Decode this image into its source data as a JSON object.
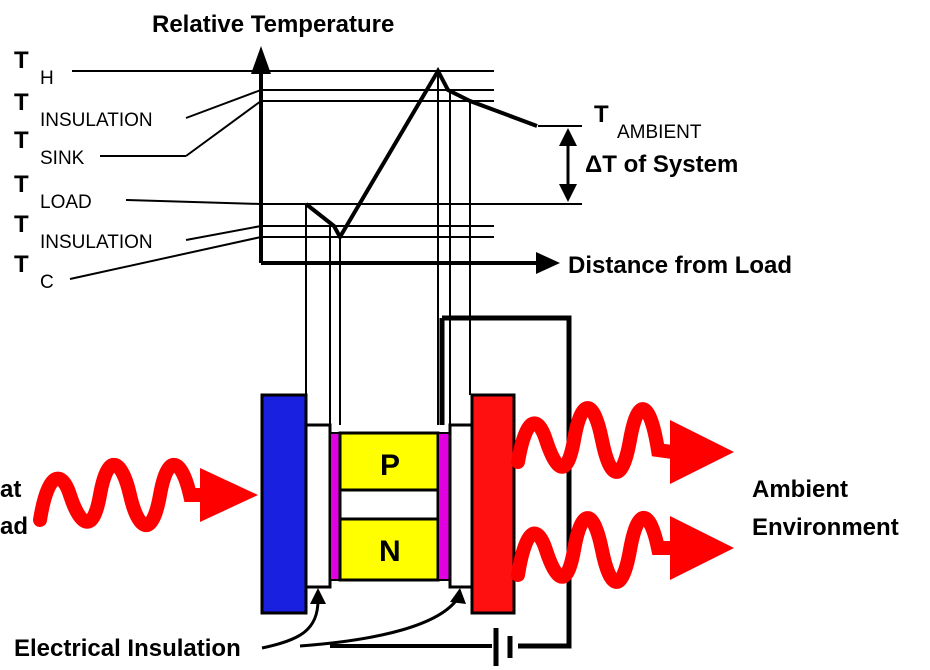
{
  "graph": {
    "y_axis_title": "Relative Temperature",
    "x_axis_title": "Distance from Load",
    "left_labels": [
      {
        "symbol": "T",
        "subscript": "H"
      },
      {
        "symbol": "T",
        "subscript": "INSULATION"
      },
      {
        "symbol": "T",
        "subscript": "SINK"
      },
      {
        "symbol": "T",
        "subscript": "LOAD"
      },
      {
        "symbol": "T",
        "subscript": "INSULATION"
      },
      {
        "symbol": "T",
        "subscript": "C"
      }
    ],
    "ambient": {
      "symbol": "T",
      "subscript": "AMBIENT"
    },
    "delta_label": "ΔT of System"
  },
  "device": {
    "p_label": "P",
    "n_label": "N",
    "heat_label_line1": "at",
    "heat_label_line2": "ad",
    "ambient_line1": "Ambient",
    "ambient_line2": "Environment",
    "insulation_label": "Electrical Insulation"
  },
  "colors": {
    "cold_plate": "#1a20e0",
    "hot_plate": "#ff1010",
    "semiconductor": "#ffff00",
    "contact": "#e000e0",
    "arrow": "#ff0000",
    "line": "#000000"
  }
}
